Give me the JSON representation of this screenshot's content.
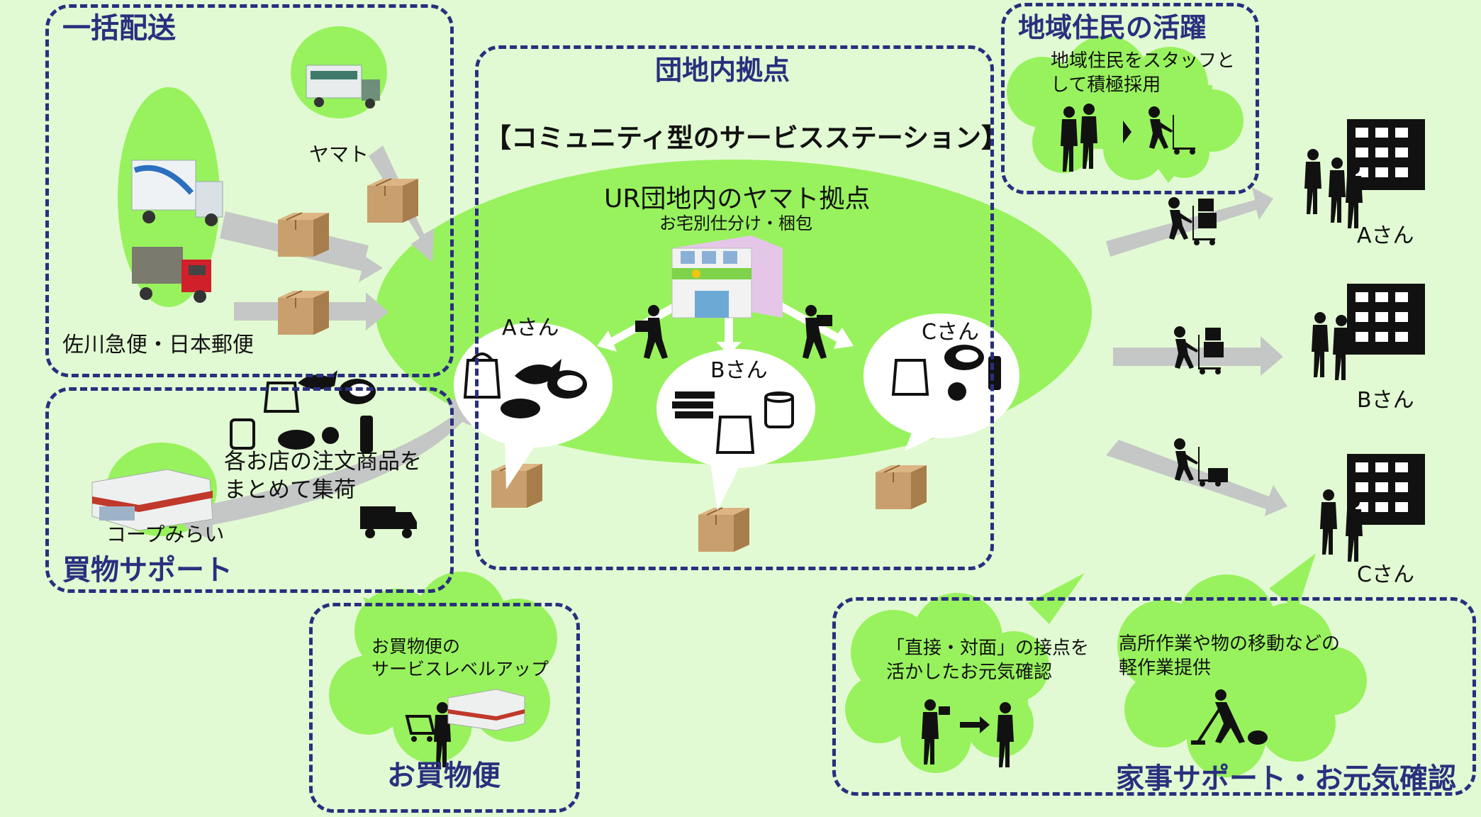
{
  "boxes": {
    "bulk_delivery": {
      "title": "一括配送",
      "yamato": "ヤマト",
      "sagawa_jp": "佐川急便・日本郵便"
    },
    "shopping_support": {
      "title": "買物サポート",
      "collect_text_1": "各お店の注文商品を",
      "collect_text_2": "まとめて集荷",
      "store": "コープみらい"
    },
    "danchi_base": {
      "title": "団地内拠点",
      "subtitle": "【コミュニティ型のサービスステーション】",
      "base_name": "UR団地内のヤマト拠点",
      "base_sub": "お宅別仕分け・梱包",
      "bubble_a": "Aさん",
      "bubble_b": "Bさん",
      "bubble_c": "Cさん"
    },
    "local_residents": {
      "title": "地域住民の活躍",
      "line1": "地域住民をスタッフと",
      "line2": "して積極採用"
    },
    "shopping_service": {
      "title": "お買物便",
      "line1": "お買物便の",
      "line2": "サービスレベルアップ"
    },
    "housework": {
      "title": "家事サポート・お元気確認",
      "left_line1": "「直接・対面」の接点を",
      "left_line2": "活かしたお元気確認",
      "right_line1": "高所作業や物の移動などの",
      "right_line2": "軽作業提供"
    }
  },
  "residents": [
    "Aさん",
    "Bさん",
    "Cさん"
  ],
  "icons": [
    "truck-icon",
    "box-icon",
    "store-icon",
    "person-icon",
    "cart-icon",
    "building-icon",
    "bag-icon",
    "fish-icon",
    "meat-icon",
    "bread-icon",
    "apple-icon",
    "bottle-icon",
    "books-icon",
    "toilet-paper-icon",
    "vacuum-icon",
    "elderly-icon",
    "arrow-icon"
  ],
  "colors": {
    "background": "#e2fad3",
    "bright_green": "#98f25e",
    "border_navy": "#2a2f7e",
    "arrow_gray": "#c5c7c6",
    "box_brown": "#c9a06d"
  }
}
